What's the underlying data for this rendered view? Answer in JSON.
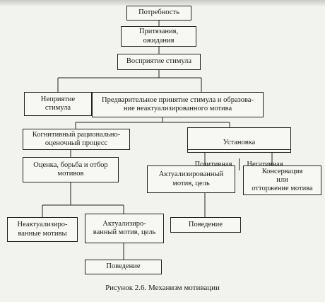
{
  "nodes": {
    "need": "Потребность",
    "claims": "Притязания,\nожидания",
    "perception": "Восприятие стимула",
    "rejection": "Неприятие\nстимула",
    "acceptance": "Предварительное принятие стимула и образова-\nние неактуализированного мотива",
    "cognitive": "Когнитивный рационально-\nоценочный процесс",
    "evaluation": "Оценка, борьба и отбор\nмотивов",
    "unactualized": "Неактуализиро-\nванные мотивы",
    "actualized_left": "Актуализиро-\nванный мотив, цель",
    "behavior_left": "Поведение",
    "installation": "Установка",
    "positive": "Позитивная",
    "negative": "Негативная",
    "actualized_right": "Актуализированный\nмотив, цель",
    "conservation": "Консервация\nили\nотторжение мотива",
    "behavior_right": "Поведение"
  },
  "caption": "Рисунок 2.6. Механизм мотивации"
}
